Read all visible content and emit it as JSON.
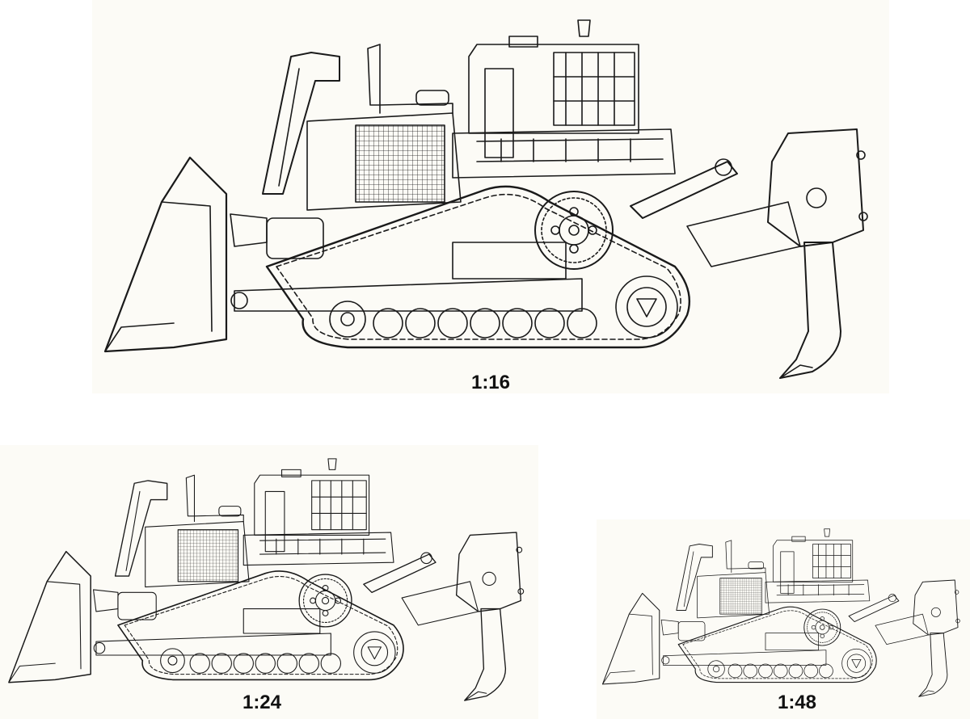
{
  "panels": [
    {
      "id": "large",
      "scale_label": "1:16"
    },
    {
      "id": "medium",
      "scale_label": "1:24"
    },
    {
      "id": "small",
      "scale_label": "1:48"
    }
  ],
  "colors": {
    "line": "#1a1a1a",
    "panel_bg": "#fcfbf6",
    "page_bg": "#ffffff"
  }
}
